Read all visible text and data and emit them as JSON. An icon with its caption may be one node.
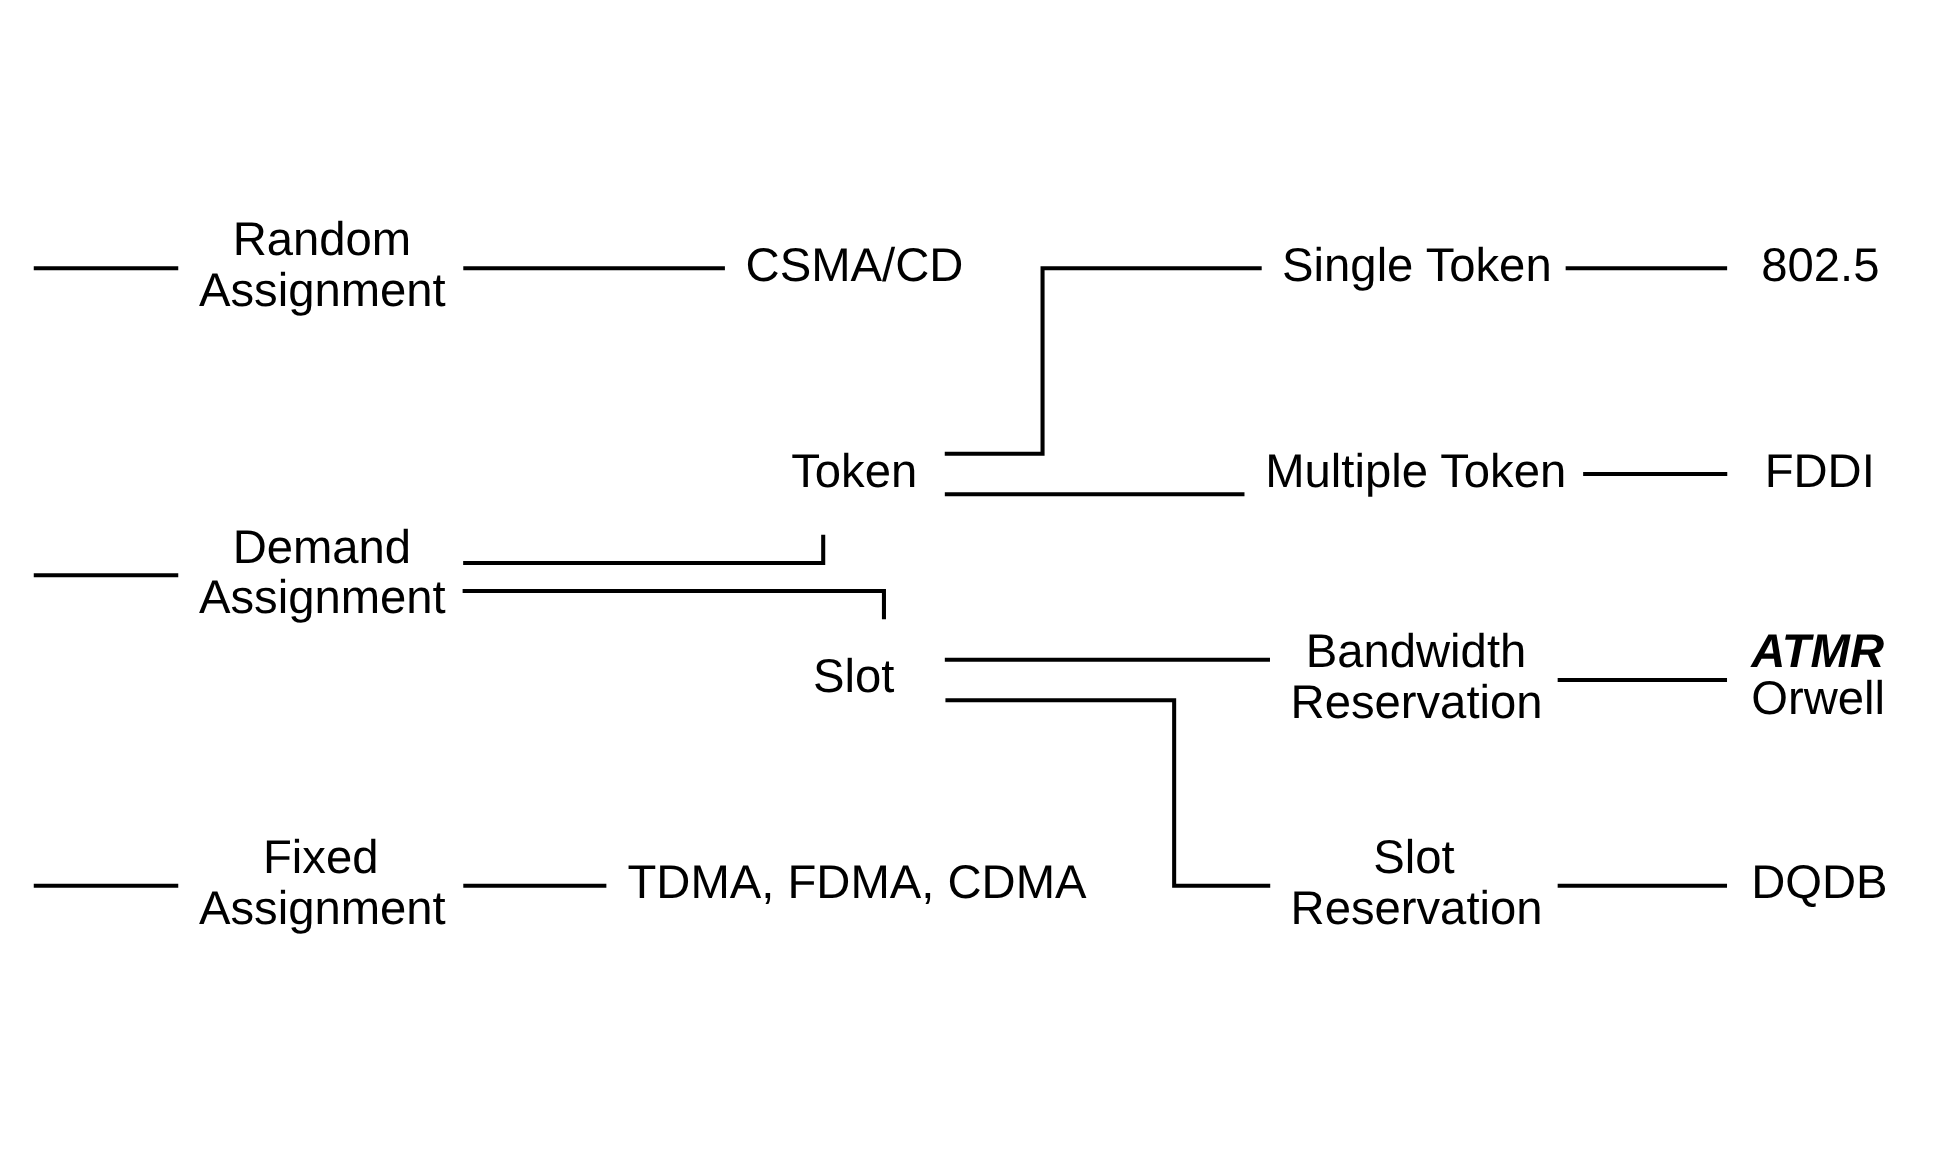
{
  "diagram": {
    "nodes": [
      {
        "text": [
          "Fixed Assignment"
        ]
      },
      {
        "text": [
          "TDMA, FDMA, CDMA"
        ]
      },
      {
        "text": [
          "Demand Assignment"
        ]
      },
      {
        "text": [
          "Token"
        ]
      },
      {
        "text": [
          "Single Token"
        ]
      },
      {
        "text": [
          "802.5"
        ]
      },
      {
        "text": [
          "Multiple Token"
        ]
      },
      {
        "text": [
          "FDDI"
        ]
      },
      {
        "text": [
          "Slot"
        ]
      },
      {
        "text": [
          "Bandwidth Reservation"
        ]
      },
      {
        "text": [
          "ATMR",
          "Orwell"
        ]
      },
      {
        "text": [
          "Slot Reservation"
        ]
      },
      {
        "text": [
          "DQDB"
        ]
      },
      {
        "text": [
          "Random Assignment"
        ]
      },
      {
        "text": [
          "CSMA/CD"
        ]
      }
    ],
    "edges": [
      {
        "from": null,
        "to": 0,
        "arrow": "none"
      },
      {
        "from": null,
        "to": 2,
        "arrow": "none"
      },
      {
        "from": null,
        "to": 13,
        "arrow": "none"
      },
      {
        "from": 0,
        "to": 1,
        "arrow": "none"
      },
      {
        "from": 2,
        "to": 3,
        "arrow": "none"
      },
      {
        "from": 2,
        "to": 8,
        "arrow": "none"
      },
      {
        "from": 3,
        "to": 4,
        "arrow": "none"
      },
      {
        "from": 3,
        "to": 6,
        "arrow": "none"
      },
      {
        "from": 4,
        "to": 5,
        "arrow": "none"
      },
      {
        "from": 6,
        "to": 7,
        "arrow": "none"
      },
      {
        "from": 8,
        "to": 9,
        "arrow": "none"
      },
      {
        "from": 8,
        "to": 11,
        "arrow": "none"
      },
      {
        "from": 9,
        "to": 10,
        "arrow": "none"
      },
      {
        "from": 11,
        "to": 12,
        "arrow": "none"
      },
      {
        "from": 13,
        "to": 14,
        "arrow": "none"
      }
    ]
  }
}
